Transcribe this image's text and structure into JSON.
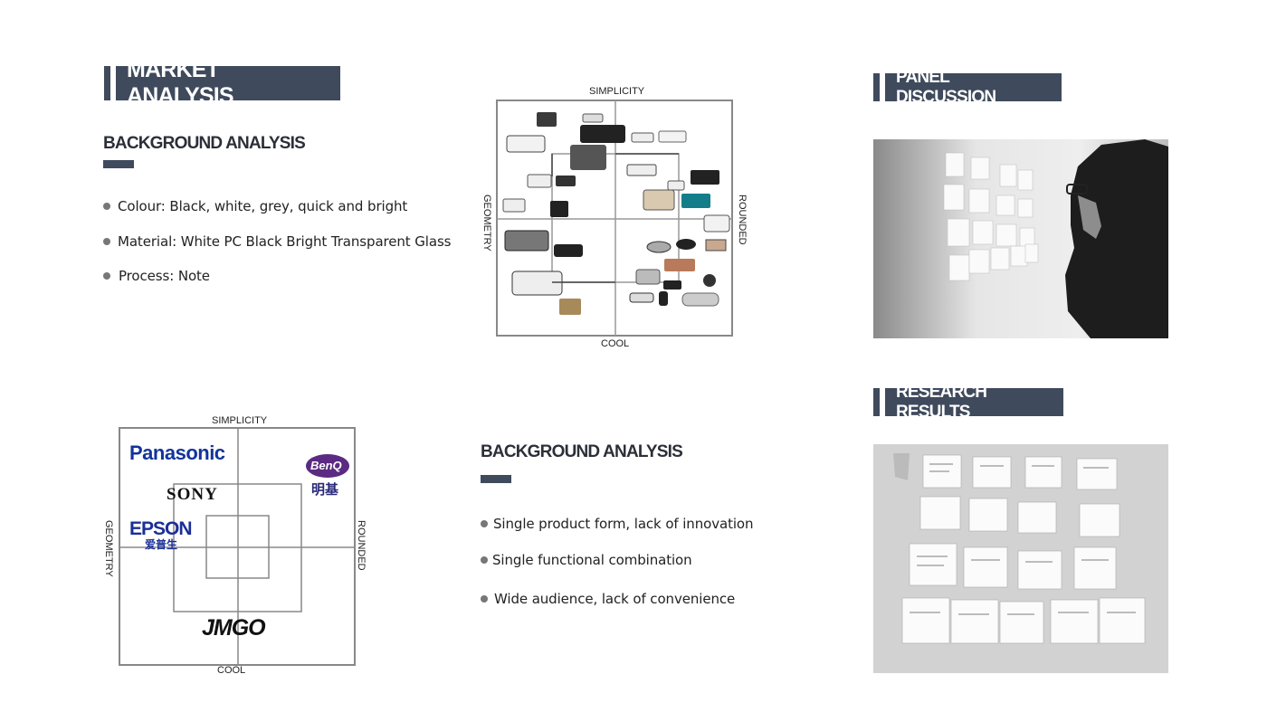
{
  "market_title": "MARKET ANALYSIS",
  "bg_analysis_1": {
    "title": "BACKGROUND ANALYSIS",
    "items": [
      "Colour: Black, white, grey, quick and bright",
      "Material: White PC Black Bright Transparent Glass",
      "Process: Note"
    ]
  },
  "product_map": {
    "top": "SIMPLICITY",
    "bottom": "COOL",
    "left": "GEOMETRY",
    "right": "ROUNDED"
  },
  "brand_map": {
    "top": "SIMPLICITY",
    "bottom": "COOL",
    "left": "GEOMETRY",
    "right": "ROUNDED",
    "brands": {
      "panasonic": "Panasonic",
      "benq": "BenQ",
      "benq_cn": "明基",
      "sony": "SONY",
      "epson": "EPSON",
      "epson_cn": "爱普生",
      "jmgo": "JMGO"
    }
  },
  "bg_analysis_2": {
    "title": "BACKGROUND ANALYSIS",
    "items": [
      "Single product form, lack of innovation",
      "Single functional combination",
      "Wide audience, lack of convenience"
    ]
  },
  "panel_title": "PANEL DISCUSSION",
  "research_title": "RESEARCH RESULTS",
  "colors": {
    "accent": "#3f4a5c",
    "bullet": "#777777"
  }
}
